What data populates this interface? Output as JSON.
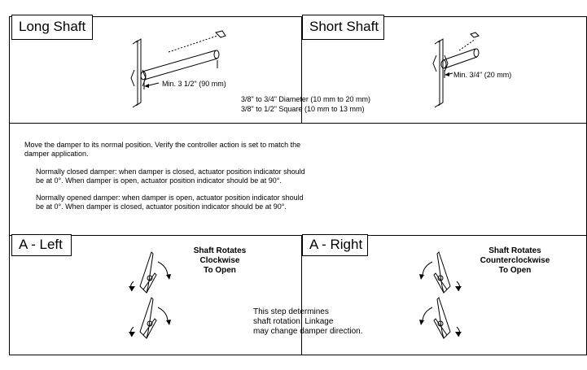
{
  "panels": {
    "long_shaft": {
      "title": "Long Shaft",
      "dim_label": "Min. 3 1/2\" (90 mm)"
    },
    "short_shaft": {
      "title": "Short Shaft",
      "dim_label": "Min. 3/4\" (20 mm)"
    },
    "shaft_sizes": {
      "line1": "3/8\" to 3/4\" Diameter (10 mm to 20 mm)",
      "line2": "3/8\" to 1/2\" Square (10 mm to 13 mm)"
    }
  },
  "instructions": {
    "intro_line1": "Move the damper to its normal position. Verify the controller action is set to match the",
    "intro_line2": "damper application.",
    "nc_line1": "Normally closed damper: when damper is closed, actuator position indicator should",
    "nc_line2": "be at 0°. When damper is open, actuator position indicator should be at 90°.",
    "no_line1": "Normally opened damper: when damper is open, actuator position indicator should",
    "no_line2": "be at 0°. When damper is closed, actuator position indicator should be at 90°."
  },
  "rotation": {
    "left": {
      "title": "A - Left",
      "line1": "Shaft Rotates",
      "line2": "Clockwise",
      "line3": "To Open"
    },
    "right": {
      "title": "A - Right",
      "line1": "Shaft Rotates",
      "line2": "Counterclockwise",
      "line3": "To Open"
    },
    "note": {
      "line1": "This step determines",
      "line2": "shaft rotation. Linkage",
      "line3": "may change damper direction."
    }
  }
}
